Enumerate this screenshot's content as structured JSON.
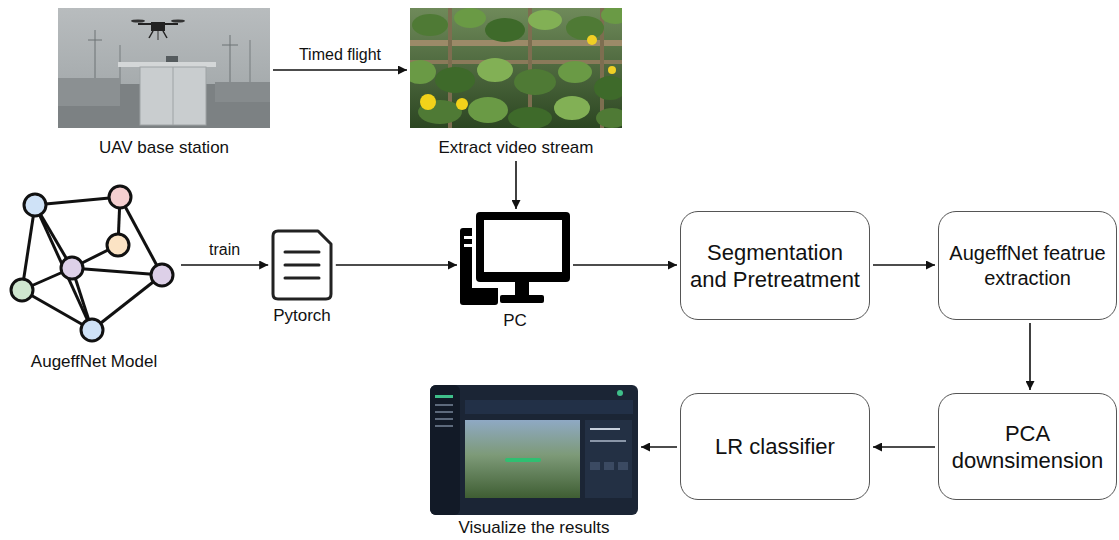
{
  "diagram": {
    "nodes": [
      {
        "text": [
          "UAV base station"
        ]
      },
      {
        "text": [
          "Extract video stream"
        ]
      },
      {
        "text": [
          "AugeffNet Model"
        ]
      },
      {
        "text": [
          "Pytorch"
        ]
      },
      {
        "text": [
          "PC"
        ]
      },
      {
        "text": [
          "Segmentation and Pretreatment"
        ]
      },
      {
        "text": [
          "AugeffNet featrue extraction"
        ]
      },
      {
        "text": [
          "PCA downsimension"
        ]
      },
      {
        "text": [
          "LR classifier"
        ]
      },
      {
        "text": [
          "Visualize the results"
        ]
      }
    ],
    "edges": [
      {
        "from": 0,
        "to": 1,
        "label": "Timed flight",
        "arrow": "to"
      },
      {
        "from": 1,
        "to": 4,
        "arrow": "to"
      },
      {
        "from": 2,
        "to": 3,
        "label": "train",
        "arrow": "to"
      },
      {
        "from": 3,
        "to": 4,
        "arrow": "to"
      },
      {
        "from": 4,
        "to": 5,
        "arrow": "to"
      },
      {
        "from": 5,
        "to": 6,
        "arrow": "to"
      },
      {
        "from": 6,
        "to": 7,
        "arrow": "to"
      },
      {
        "from": 7,
        "to": 8,
        "arrow": "to"
      },
      {
        "from": 8,
        "to": 9,
        "arrow": "to"
      }
    ]
  }
}
